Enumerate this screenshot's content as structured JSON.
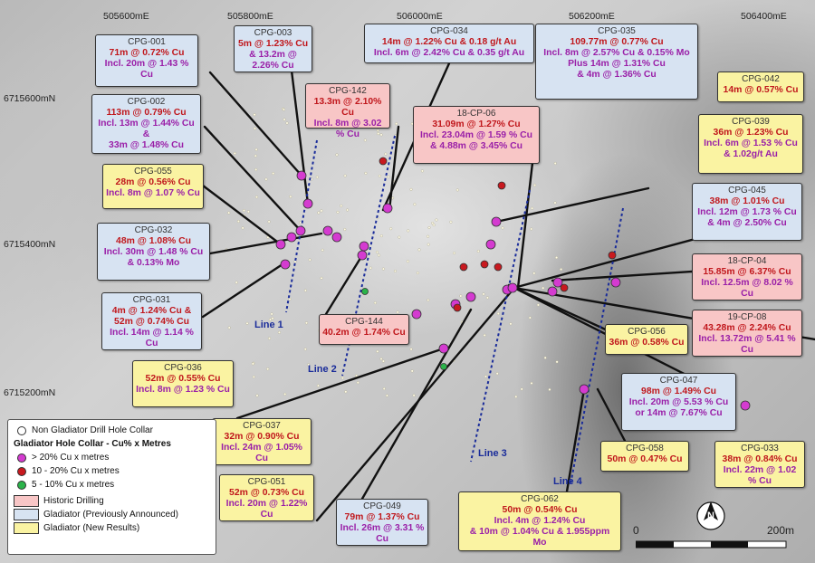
{
  "grid": {
    "eastings": [
      "505600mE",
      "505800mE",
      "506000mE",
      "506200mE",
      "506400mE"
    ],
    "northings": [
      "6715600mN",
      "6715400mN",
      "6715200mN"
    ]
  },
  "colors": {
    "historic": "#f8c6c6",
    "previous": "#d7e3f2",
    "new": "#faf3a2",
    "magenta": "#d43bd0",
    "red": "#c8191f",
    "green": "#2bb34a",
    "line": "#1a2c9a"
  },
  "sections": [
    "Line 1",
    "Line 2",
    "Line 3",
    "Line 4"
  ],
  "holes": [
    {
      "id": "CPG-001",
      "type": "prev",
      "lines": [
        [
          "main",
          "71m @ 0.72% Cu"
        ],
        [
          "inc",
          "Incl. 20m @ 1.43 % Cu"
        ]
      ]
    },
    {
      "id": "CPG-003",
      "type": "prev",
      "lines": [
        [
          "main",
          "5m @ 1.23% Cu"
        ],
        [
          "inc",
          "& 13.2m @ 2.26% Cu"
        ]
      ]
    },
    {
      "id": "CPG-034",
      "type": "prev",
      "lines": [
        [
          "main",
          "14m @ 1.22% Cu & 0.18 g/t Au"
        ],
        [
          "inc",
          "Incl. 6m @ 2.42% Cu & 0.35 g/t Au"
        ]
      ]
    },
    {
      "id": "CPG-035",
      "type": "prev",
      "lines": [
        [
          "main",
          "109.77m @ 0.77% Cu"
        ],
        [
          "inc",
          "Incl. 8m @ 2.57% Cu & 0.15% Mo"
        ],
        [
          "inc",
          "Plus 14m @ 1.31% Cu"
        ],
        [
          "inc",
          "& 4m @ 1.36% Cu"
        ]
      ]
    },
    {
      "id": "CPG-002",
      "type": "prev",
      "lines": [
        [
          "main",
          "113m @ 0.79% Cu"
        ],
        [
          "inc",
          "Incl. 13m @ 1.44% Cu &"
        ],
        [
          "inc",
          "33m @ 1.48% Cu"
        ]
      ]
    },
    {
      "id": "CPG-142",
      "type": "hist",
      "lines": [
        [
          "main",
          "13.3m @ 2.10% Cu"
        ],
        [
          "inc",
          "Incl. 8m @ 3.02 % Cu"
        ]
      ]
    },
    {
      "id": "18-CP-06",
      "type": "hist",
      "lines": [
        [
          "main",
          "31.09m @ 1.27% Cu"
        ],
        [
          "inc",
          "Incl. 23.04m @ 1.59 % Cu"
        ],
        [
          "inc",
          "& 4.88m @ 3.45% Cu"
        ]
      ]
    },
    {
      "id": "CPG-042",
      "type": "new",
      "lines": [
        [
          "main",
          "14m @ 0.57% Cu"
        ]
      ]
    },
    {
      "id": "CPG-039",
      "type": "new",
      "lines": [
        [
          "main",
          "36m @ 1.23% Cu"
        ],
        [
          "inc",
          "Incl. 6m @ 1.53 % Cu"
        ],
        [
          "inc",
          "& 1.02g/t Au"
        ]
      ]
    },
    {
      "id": "CPG-055",
      "type": "new",
      "lines": [
        [
          "main",
          "28m @ 0.56% Cu"
        ],
        [
          "inc",
          "Incl. 8m @ 1.07 % Cu"
        ]
      ]
    },
    {
      "id": "CPG-045",
      "type": "prev",
      "lines": [
        [
          "main",
          "38m @ 1.01% Cu"
        ],
        [
          "inc",
          "Incl. 12m @ 1.73 % Cu"
        ],
        [
          "inc",
          "& 4m @ 2.50% Cu"
        ]
      ]
    },
    {
      "id": "CPG-032",
      "type": "prev",
      "lines": [
        [
          "main",
          "48m @ 1.08% Cu"
        ],
        [
          "inc",
          "Incl. 30m @ 1.48 % Cu"
        ],
        [
          "inc",
          "& 0.13% Mo"
        ]
      ]
    },
    {
      "id": "18-CP-04",
      "type": "hist",
      "lines": [
        [
          "main",
          "15.85m @ 6.37% Cu"
        ],
        [
          "inc",
          "Incl. 12.5m @ 8.02 % Cu"
        ]
      ]
    },
    {
      "id": "CPG-031",
      "type": "prev",
      "lines": [
        [
          "main",
          "4m @ 1.24% Cu &"
        ],
        [
          "main",
          "52m @ 0.74% Cu"
        ],
        [
          "inc",
          "Incl. 14m @ 1.14 % Cu"
        ]
      ]
    },
    {
      "id": "CPG-144",
      "type": "hist",
      "lines": [
        [
          "main",
          "40.2m @ 1.74% Cu"
        ]
      ]
    },
    {
      "id": "19-CP-08",
      "type": "hist",
      "lines": [
        [
          "main",
          "43.28m @ 2.24% Cu"
        ],
        [
          "inc",
          "Incl. 13.72m @ 5.41 % Cu"
        ]
      ]
    },
    {
      "id": "CPG-056",
      "type": "new",
      "lines": [
        [
          "main",
          "36m @ 0.58% Cu"
        ]
      ]
    },
    {
      "id": "CPG-036",
      "type": "new",
      "lines": [
        [
          "main",
          "52m @ 0.55% Cu"
        ],
        [
          "inc",
          "Incl. 8m @ 1.23 % Cu"
        ]
      ]
    },
    {
      "id": "CPG-047",
      "type": "prev",
      "lines": [
        [
          "main",
          "98m @ 1.49% Cu"
        ],
        [
          "inc",
          "Incl. 20m @ 5.53 % Cu"
        ],
        [
          "inc",
          "or 14m @ 7.67% Cu"
        ]
      ]
    },
    {
      "id": "CPG-037",
      "type": "new",
      "lines": [
        [
          "main",
          "32m @ 0.90% Cu"
        ],
        [
          "inc",
          "Incl. 24m @ 1.05% Cu"
        ]
      ]
    },
    {
      "id": "CPG-058",
      "type": "new",
      "lines": [
        [
          "main",
          "50m @ 0.47% Cu"
        ]
      ]
    },
    {
      "id": "CPG-033",
      "type": "new",
      "lines": [
        [
          "main",
          "38m @ 0.84% Cu"
        ],
        [
          "inc",
          "Incl. 22m @ 1.02 % Cu"
        ]
      ]
    },
    {
      "id": "CPG-051",
      "type": "new",
      "lines": [
        [
          "main",
          "52m @ 0.73% Cu"
        ],
        [
          "inc",
          "Incl. 20m @ 1.22% Cu"
        ]
      ]
    },
    {
      "id": "CPG-049",
      "type": "prev",
      "lines": [
        [
          "main",
          "79m @ 1.37% Cu"
        ],
        [
          "inc",
          "Incl. 26m @ 3.31 % Cu"
        ]
      ]
    },
    {
      "id": "CPG-062",
      "type": "new",
      "lines": [
        [
          "main",
          "50m @ 0.54% Cu"
        ],
        [
          "inc",
          "Incl. 4m @ 1.24% Cu"
        ],
        [
          "inc",
          "& 10m @ 1.04% Cu & 1.955ppm Mo"
        ]
      ]
    }
  ],
  "legend": {
    "non_gladiator": "Non Gladiator Drill Hole Collar",
    "title": "Gladiator Hole Collar - Cu% x Metres",
    "mag": "> 20% Cu x metres",
    "red": "10 - 20% Cu x metres",
    "green": "5 - 10% Cu x metres",
    "historic": "Historic Drilling",
    "previous": "Gladiator (Previously Announced)",
    "new": "Gladiator (New Results)"
  },
  "scale": {
    "zero": "0",
    "end": "200m"
  },
  "north": "N"
}
